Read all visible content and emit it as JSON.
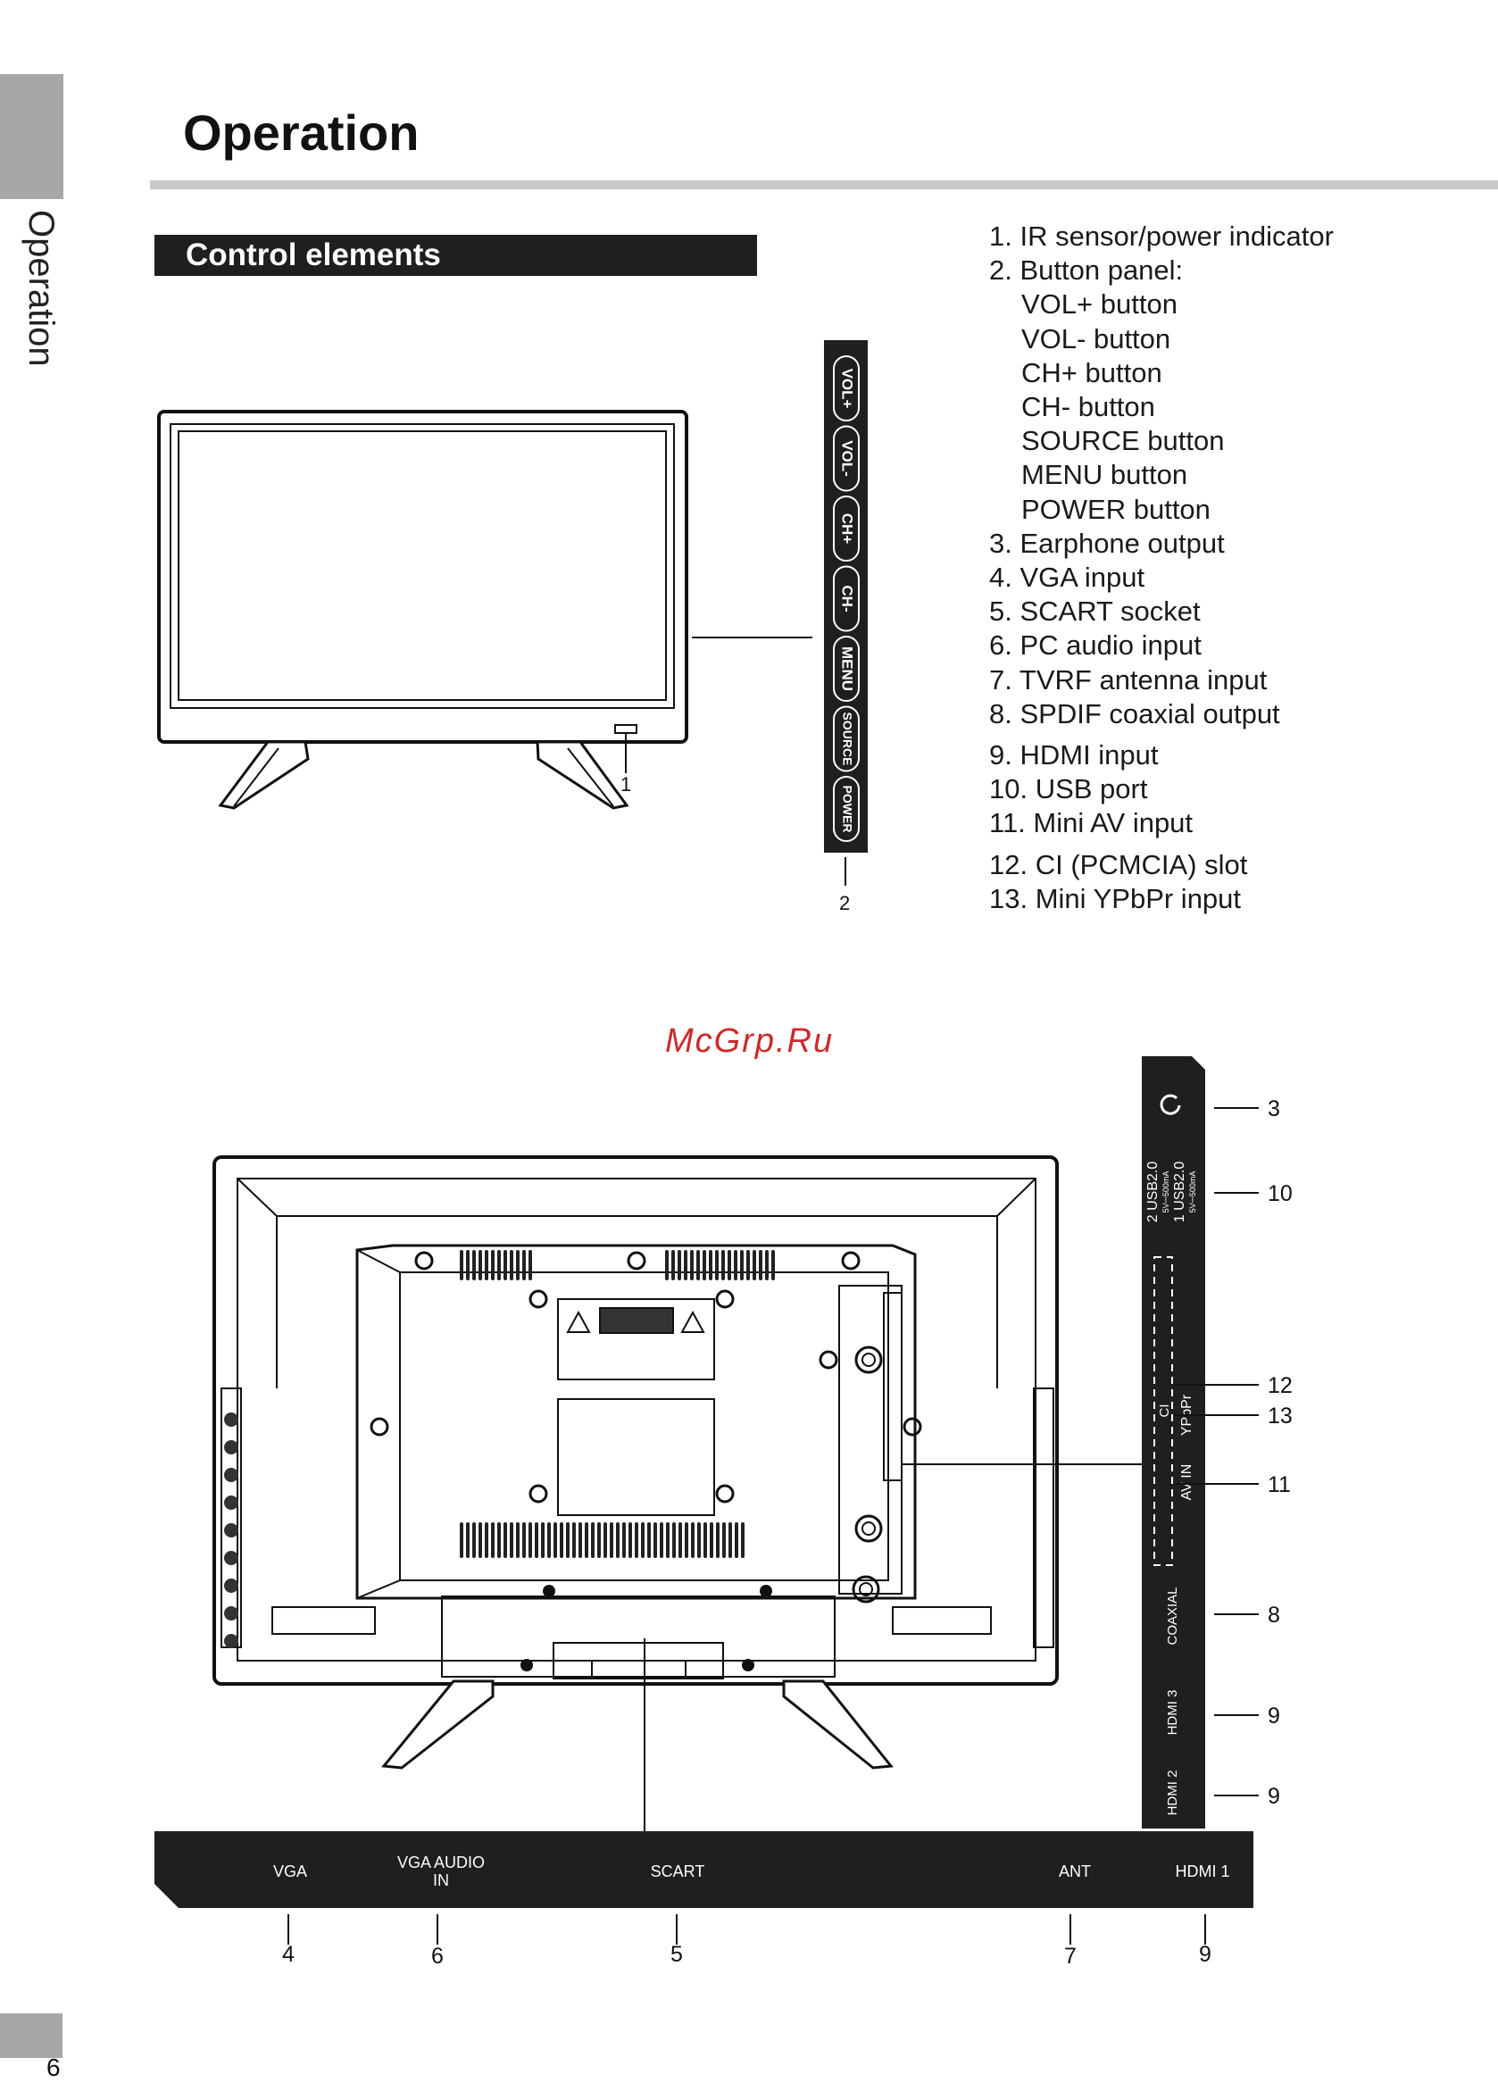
{
  "sidebar": {
    "label": "Operation",
    "page_number": "6"
  },
  "header": {
    "title": "Operation"
  },
  "section": {
    "title": "Control elements"
  },
  "legend": [
    {
      "text": "1. IR sensor/power indicator",
      "sub": false
    },
    {
      "text": "2. Button panel:",
      "sub": false
    },
    {
      "text": "VOL+ button",
      "sub": true
    },
    {
      "text": "VOL- button",
      "sub": true
    },
    {
      "text": "CH+ button",
      "sub": true
    },
    {
      "text": "CH- button",
      "sub": true
    },
    {
      "text": "SOURCE button",
      "sub": true
    },
    {
      "text": "MENU button",
      "sub": true
    },
    {
      "text": "POWER button",
      "sub": true
    },
    {
      "text": "3. Earphone output",
      "sub": false
    },
    {
      "text": "4. VGA input",
      "sub": false
    },
    {
      "text": "5. SCART socket",
      "sub": false
    },
    {
      "text": "6. PC audio input",
      "sub": false
    },
    {
      "text": "7. TVRF antenna input",
      "sub": false
    },
    {
      "text": "8. SPDIF coaxial output",
      "sub": false
    },
    {
      "text": "9. HDMI input",
      "sub": false
    },
    {
      "text": "10. USB port",
      "sub": false
    },
    {
      "text": "11. Mini AV input",
      "sub": false
    },
    {
      "text": "12. CI (PCMCIA) slot",
      "sub": false
    },
    {
      "text": "13. Mini YPbPr input",
      "sub": false
    }
  ],
  "front_panel": {
    "buttons": [
      "VOL+",
      "VOL-",
      "CH+",
      "CH-",
      "MENU",
      "SOURCE",
      "POWER"
    ],
    "callouts": {
      "ir": "1",
      "panel": "2"
    }
  },
  "watermark": "McGrp.Ru",
  "side_panel": {
    "ports": {
      "usb2": "2 USB2.0",
      "usb1": "1 USB2.0",
      "usb_spec": "5V⎓500mA",
      "ci": "CI",
      "ypbpr": "YPbPr",
      "avin": "AV IN",
      "coaxial": "COAXIAL",
      "hdmi3": "HDMI 3",
      "hdmi2": "HDMI 2"
    },
    "callouts": [
      "3",
      "10",
      "12",
      "13",
      "11",
      "8",
      "9",
      "9"
    ]
  },
  "bottom_panel": {
    "ports": {
      "vga": "VGA",
      "vga_audio_1": "VGA AUDIO",
      "vga_audio_2": "IN",
      "scart": "SCART",
      "ant": "ANT",
      "hdmi1": "HDMI 1"
    },
    "callouts": [
      "4",
      "6",
      "5",
      "7",
      "9"
    ]
  }
}
